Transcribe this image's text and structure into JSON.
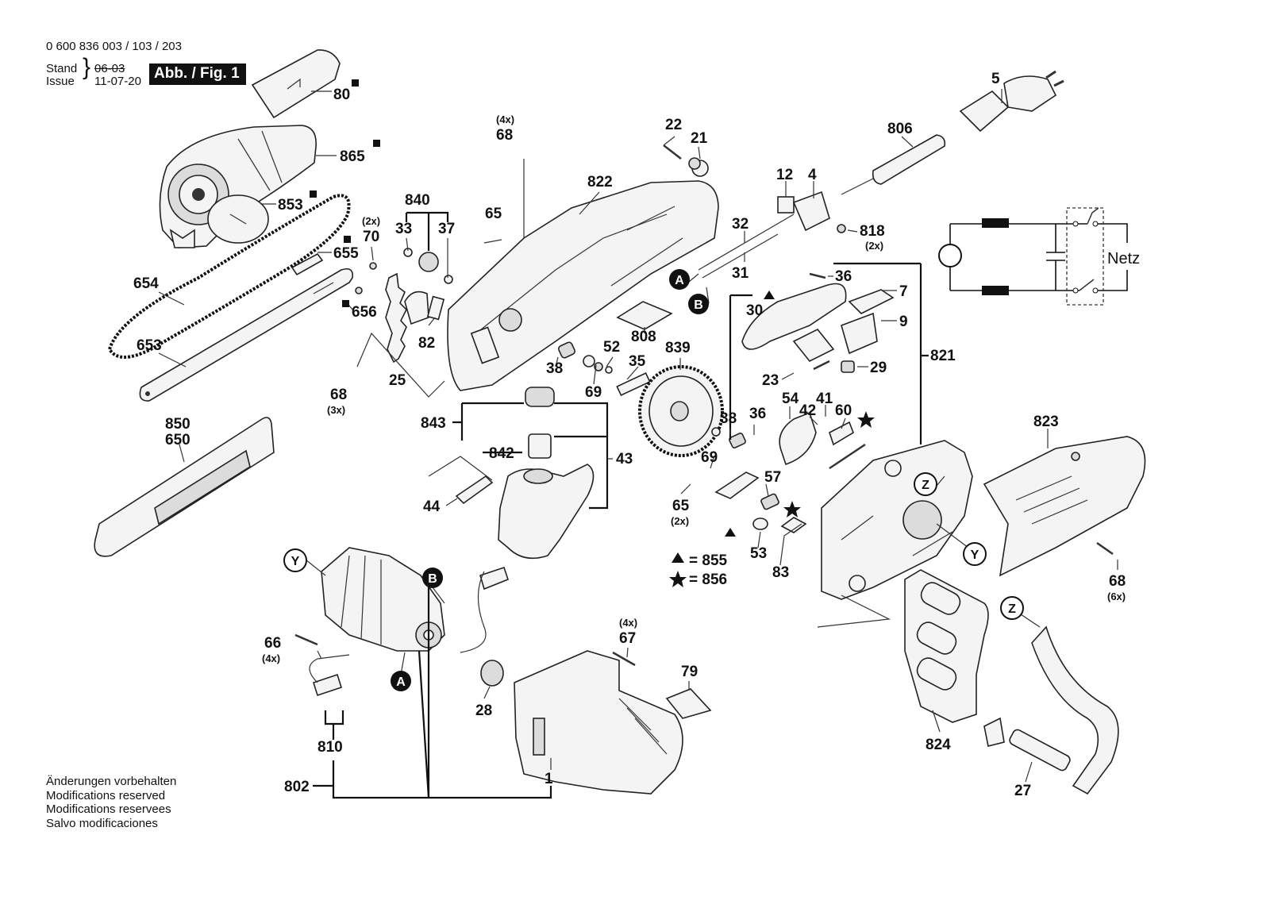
{
  "header": {
    "doc_number": "0 600 836 003 / 103 / 203",
    "stand_label": "Stand",
    "issue_label": "Issue",
    "stand_date": "06-03",
    "issue_date": "11-07-20",
    "fig_label": "Abb. / Fig. 1"
  },
  "notes": [
    "Änderungen vorbehalten",
    "Modifications reserved",
    "Modifications reservees",
    "Salvo modificaciones"
  ],
  "legend": {
    "triangle_text": "= 855",
    "star_text": "= 856"
  },
  "schematic": {
    "label": "Netz"
  },
  "connectors": [
    "A",
    "B",
    "Y",
    "Z"
  ],
  "part_labels": {
    "p80": "80",
    "p865": "865",
    "p853": "853",
    "p655": "655",
    "p654": "654",
    "p656": "656",
    "p653": "653",
    "p850": "850",
    "p650": "650",
    "p70": "70",
    "p70q": "(2x)",
    "p840": "840",
    "p33": "33",
    "p37": "37",
    "p82": "82",
    "p25": "25",
    "p68a": "68",
    "p68aq": "(3x)",
    "p68b": "68",
    "p68bq": "(4x)",
    "p65a": "65",
    "p822": "822",
    "p22": "22",
    "p21": "21",
    "p808": "808",
    "p38a": "38",
    "p69a": "69",
    "p52": "52",
    "p35": "35",
    "p839": "839",
    "p843": "843",
    "p842": "842",
    "p43": "43",
    "p44": "44",
    "p5": "5",
    "p806": "806",
    "p12": "12",
    "p4": "4",
    "p818": "818",
    "p818q": "(2x)",
    "p32": "32",
    "p31": "31",
    "p36a": "36",
    "p7": "7",
    "p30": "30",
    "p9": "9",
    "p821": "821",
    "p23": "23",
    "p29": "29",
    "p54": "54",
    "p41": "41",
    "p42": "42",
    "p60": "60",
    "p36b": "36",
    "p38b": "38",
    "p69b": "69",
    "p57": "57",
    "p65b": "65",
    "p65bq": "(2x)",
    "p53": "53",
    "p83": "83",
    "p823": "823",
    "p68c": "68",
    "p68cq": "(6x)",
    "p66": "66",
    "p66q": "(4x)",
    "p28": "28",
    "p67": "67",
    "p67q": "(4x)",
    "p79": "79",
    "p810": "810",
    "p802": "802",
    "p1": "1",
    "p824": "824",
    "p27": "27"
  }
}
